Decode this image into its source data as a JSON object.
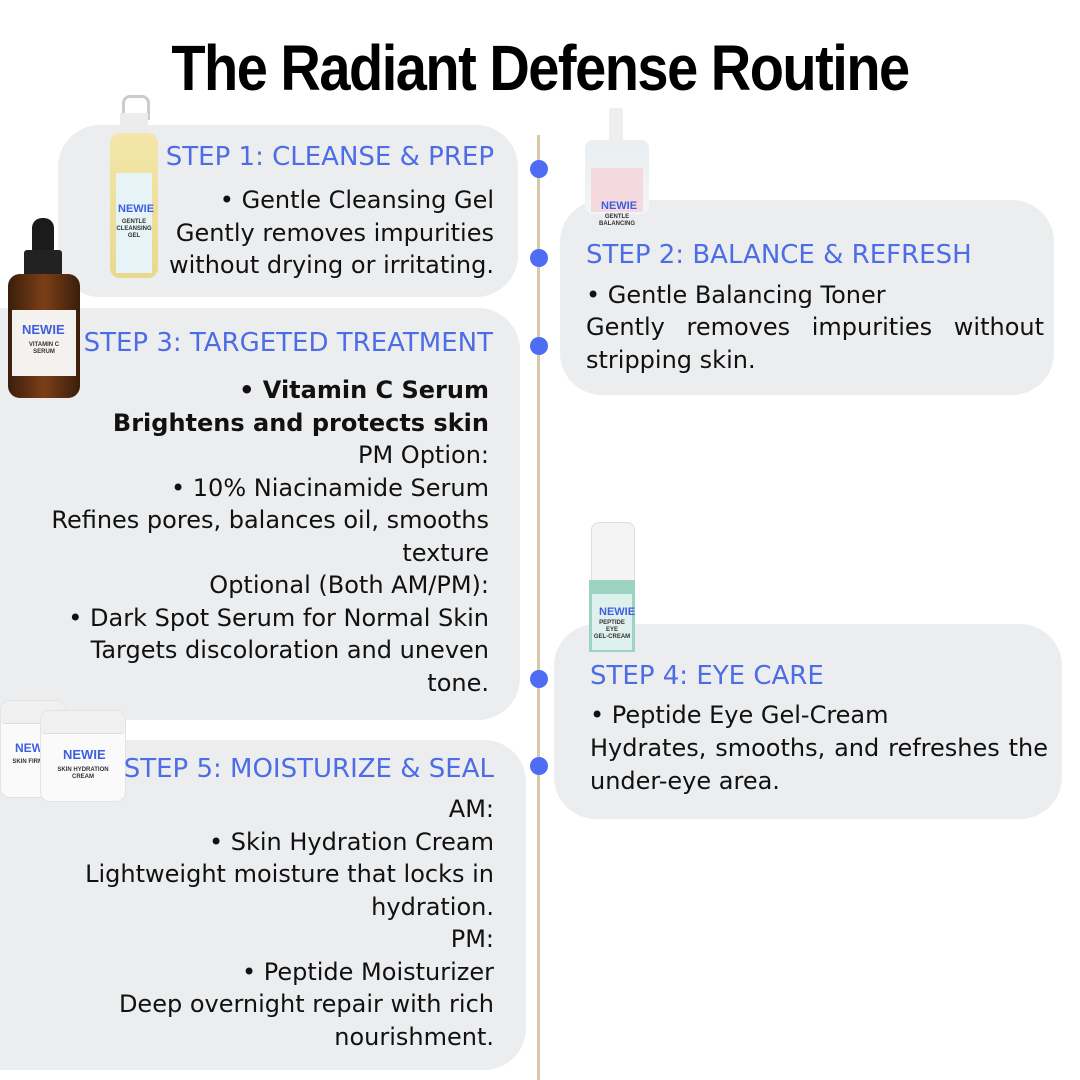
{
  "title": "The Radiant Defense Routine",
  "colors": {
    "accent": "#4c6de6",
    "timeline": "#d8c9a6",
    "card": "#ebedef",
    "dot": "#4f6cf5"
  },
  "products": {
    "brand": "NEWIE",
    "cleanser_label": "GENTLE\nCLEANSING\nGEL",
    "toner_label": "GENTLE\nBALANCING",
    "serum_label": "VITAMIN C\nSERUM",
    "eye_label": "PEPTIDE\nEYE\nGEL-CREAM",
    "jar1_label": "SKIN FIRMING",
    "jar2_label": "SKIN HYDRATION\nCREAM"
  },
  "step1": {
    "heading": "STEP 1: CLEANSE & PREP",
    "lines": [
      "•  Gentle Cleansing Gel",
      "Gently removes impurities",
      "without drying or irritating."
    ]
  },
  "step2": {
    "heading": "STEP 2: BALANCE & REFRESH",
    "bullet": "•  Gentle Balancing Toner",
    "desc": "Gently removes impurities without stripping skin."
  },
  "step3": {
    "heading": "STEP 3: TARGETED TREATMENT",
    "bold_lines": [
      "•   Vitamin C Serum",
      "Brightens and protects skin"
    ],
    "lines": [
      "PM Option:",
      "•  10% Niacinamide Serum",
      "Refines pores, balances oil, smooths",
      "texture",
      "Optional (Both AM/PM):",
      "•   Dark Spot Serum for Normal Skin",
      "Targets discoloration and uneven",
      "tone."
    ]
  },
  "step4": {
    "heading": "STEP 4: EYE CARE",
    "bullet": "•  Peptide Eye Gel-Cream",
    "desc": "Hydrates, smooths, and  refreshes the under-eye area."
  },
  "step5": {
    "heading": "STEP 5: MOISTURIZE & SEAL",
    "lines": [
      "AM:",
      "•   Skin Hydration Cream",
      "Lightweight moisture that locks in",
      "hydration.",
      "PM:",
      "•   Peptide Moisturizer",
      "Deep overnight repair with rich",
      "nourishment."
    ]
  }
}
